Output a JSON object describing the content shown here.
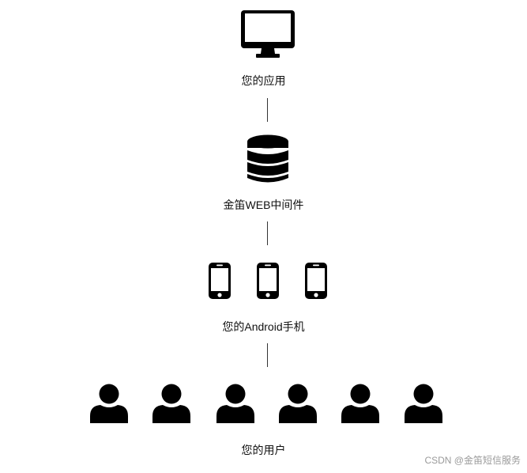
{
  "diagram": {
    "app_label": "您的应用",
    "middleware_label": "金笛WEB中间件",
    "phones_label": "您的Android手机",
    "users_label": "您的用户",
    "phone_count": 3,
    "user_count": 6,
    "icon_color": "#000000"
  },
  "watermark": "CSDN @金笛短信服务"
}
